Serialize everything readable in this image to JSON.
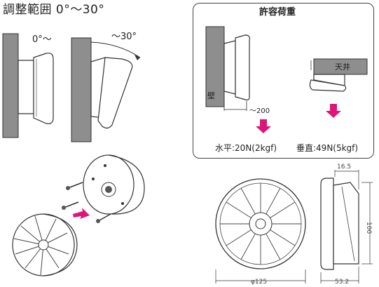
{
  "title": "調整範囲 0°〜30°",
  "angle_labels": {
    "zero": "0°〜",
    "thirty": "〜30°"
  },
  "load": {
    "title": "許容荷重",
    "wall_label": "壁",
    "ceiling_label": "天井",
    "distance": "〜200",
    "horizontal": "水平:20N(2kgf)",
    "vertical": "垂直:49N(5kgf)"
  },
  "dimensions": {
    "thickness": "16.5",
    "height": "100",
    "diameter": "φ125",
    "depth": "53.2"
  },
  "colors": {
    "wall": "#8e8e8e",
    "arrow": "#e0157a",
    "line": "#333333"
  }
}
